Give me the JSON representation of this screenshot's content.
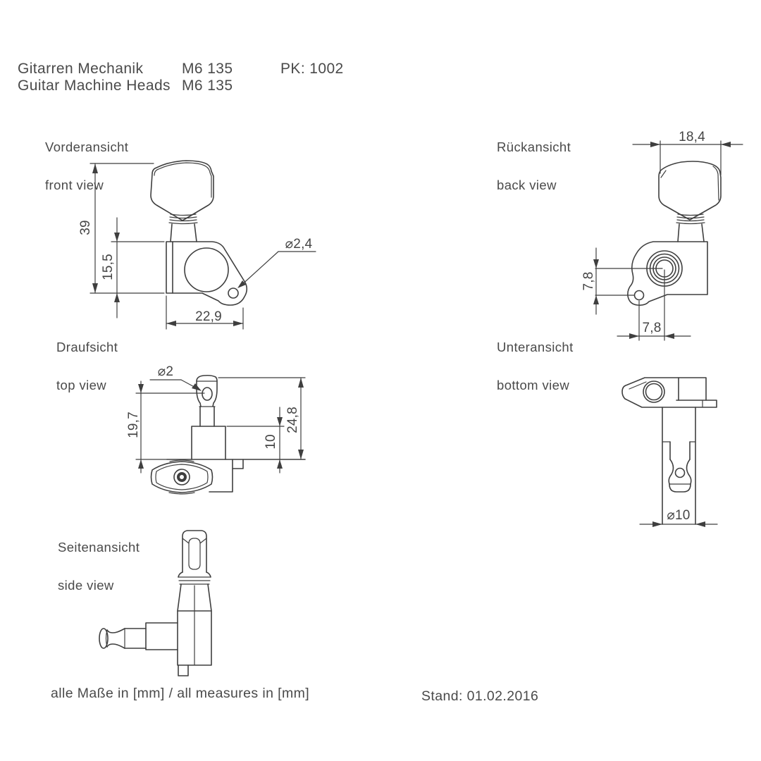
{
  "header": {
    "title_de": "Gitarren Mechanik",
    "title_en": "Guitar Machine Heads",
    "model_line1": "M6 135",
    "model_line2": "M6 135",
    "pk": "PK: 1002"
  },
  "views": {
    "front": {
      "label_de": "Vorderansicht",
      "label_en": "front view",
      "dims": {
        "total_height": "39",
        "body_height": "15,5",
        "body_width": "22,9",
        "screw_hole_dia": "⌀2,4"
      }
    },
    "back": {
      "label_de": "Rückansicht",
      "label_en": "back view",
      "dims": {
        "knob_width": "18,4",
        "hole_offset_v": "7,8",
        "hole_offset_h": "7,8"
      }
    },
    "top": {
      "label_de": "Draufsicht",
      "label_en": "top view",
      "dims": {
        "string_hole_dia": "⌀2",
        "post_height": "19,7",
        "total_height": "24,8",
        "body_height": "10"
      }
    },
    "bottom": {
      "label_de": "Unteransicht",
      "label_en": "bottom view",
      "dims": {
        "bushing_dia": "⌀10"
      }
    },
    "side": {
      "label_de": "Seitenansicht",
      "label_en": "side view"
    }
  },
  "footer": {
    "note": "alle Maße in [mm] / all measures in [mm]",
    "date": "Stand: 01.02.2016"
  }
}
